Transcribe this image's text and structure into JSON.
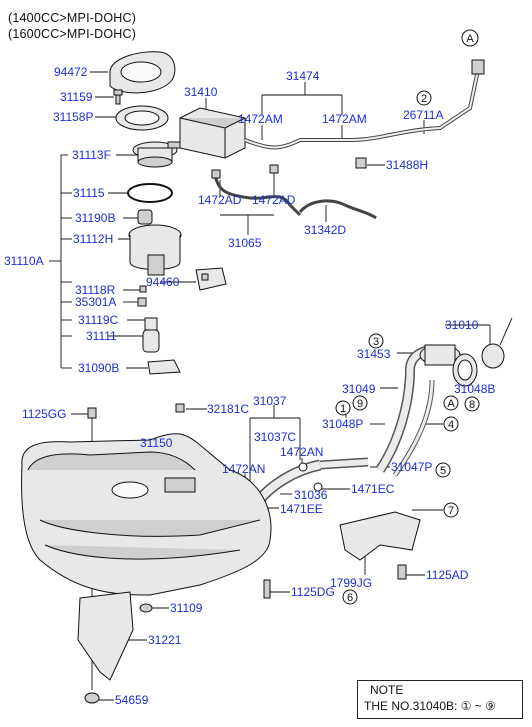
{
  "header": {
    "line1": "(1400CC>MPI-DOHC)",
    "line2": "(1600CC>MPI-DOHC)"
  },
  "parts": {
    "p94472": "94472",
    "p31159": "31159",
    "p31158P": "31158P",
    "p31113F": "31113F",
    "p31115": "31115",
    "p31190B": "31190B",
    "p31112H": "31112H",
    "p31110A": "31110A",
    "p94460": "94460",
    "p31118R": "31118R",
    "p35301A": "35301A",
    "p31119C": "31119C",
    "p31111": "31111",
    "p31090B": "31090B",
    "p1125GG": "1125GG",
    "p32181C": "32181C",
    "p31037": "31037",
    "p31037C": "31037C",
    "p31150": "31150",
    "p1472AN_a": "1472AN",
    "p1472AN_b": "1472AN",
    "p31036": "31036",
    "p1471EE": "1471EE",
    "p1471EC": "1471EC",
    "p31047P": "31047P",
    "p31109": "31109",
    "p1125DG": "1125DG",
    "p31221": "31221",
    "p54659": "54659",
    "p1799JG": "1799JG",
    "p1125AD": "1125AD",
    "p31474": "31474",
    "p31410": "31410",
    "p1472AM_a": "1472AM",
    "p1472AM_b": "1472AM",
    "p26711A": "26711A",
    "p31488H": "31488H",
    "p1472AD_a": "1472AD",
    "p1472AD_b": "1472AD",
    "p31065": "31065",
    "p31342D": "31342D",
    "p31010": "31010",
    "p31453": "31453",
    "p31049": "31049",
    "p31048B": "31048B",
    "p31048P": "31048P"
  },
  "callouts": {
    "cA_top": "A",
    "cA_mid": "A",
    "c1": "1",
    "c2": "2",
    "c3": "3",
    "c4": "4",
    "c5": "5",
    "c6": "6",
    "c7": "7",
    "c8": "8",
    "c9": "9"
  },
  "note": {
    "title": "NOTE",
    "text": "THE NO.31040B: ① ~ ⑨"
  }
}
